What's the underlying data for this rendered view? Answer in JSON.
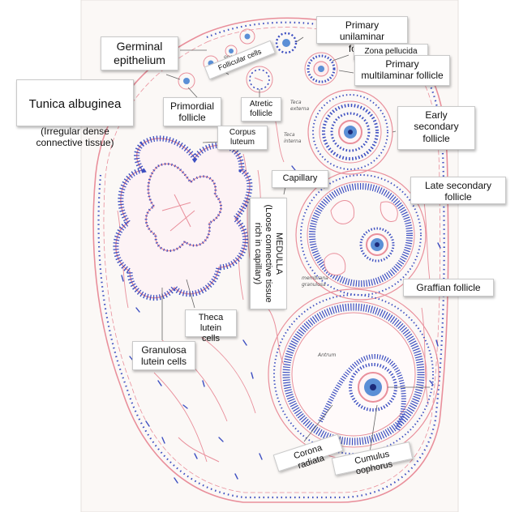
{
  "colors": {
    "paper": "#fbf8f6",
    "stroma_pink": "#e98f9b",
    "nuclei_blue": "#3d4fc1",
    "oocyte_blue": "#5b8fd6",
    "label_bg": "#ffffff"
  },
  "labels": {
    "germinal_epithelium": "Germinal\nepithelium",
    "tunica_albuginea": "Tunica albuginea",
    "tunica_albuginea_note": "(Irregular dense\nconnective tissue)",
    "primordial_follicle": "Primordial\nfollicle",
    "primary_unilaminar": "Primary unilaminar\nfollicle",
    "zona_pellucida": "Zona pellucida",
    "primary_multilaminar": "Primary\nmultilaminar  follicle",
    "early_secondary": "Early\nsecondary\nfollicle",
    "late_secondary": "Late  secondary\nfollicle",
    "graffian": "Graffian follicle",
    "corpus_luteum": "Corpus\nluteum",
    "atretic_follicle": "Atretic\nfollicle",
    "follicular_cells": "Follicular cells",
    "capillary": "Capillary",
    "medulla": "MEDULLA\n(Loose connective tissue\nrich in capillary)",
    "theca_lutein": "Theca\nlutein cells",
    "granulosa_lutein": "Granulosa\nlutein cells",
    "corona_radiata": "Corona radiata",
    "cumulus_oophorus": "Cumulus oophorus"
  },
  "handwritten": {
    "oocyte": "oocyte",
    "theca_externa": "Teca\nexterna",
    "theca_interna": "Teca\ninterna",
    "antrum": "Antrum",
    "membrana_granulosa": "membrana\ngranulosa"
  }
}
